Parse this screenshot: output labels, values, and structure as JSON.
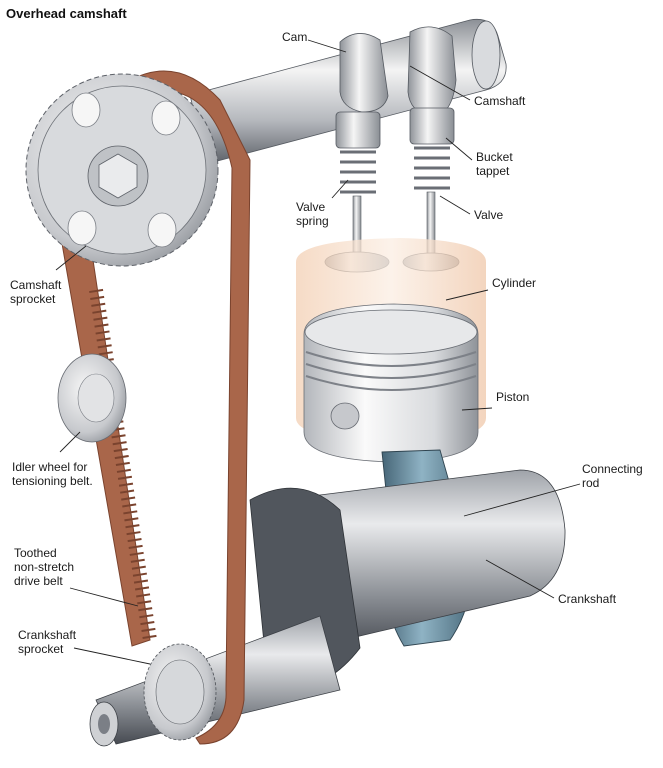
{
  "title": "Overhead camshaft",
  "labels": {
    "cam": "Cam",
    "camshaft": "Camshaft",
    "bucket_tappet": "Bucket\ntappet",
    "valve_spring": "Valve\nspring",
    "valve": "Valve",
    "camshaft_sprocket": "Camshaft\nsprocket",
    "cylinder": "Cylinder",
    "piston": "Piston",
    "idler_wheel": "Idler wheel for\ntensioning belt.",
    "connecting_rod": "Connecting\nrod",
    "toothed_belt": "Toothed\nnon-stretch\ndrive belt",
    "crankshaft": "Crankshaft",
    "crankshaft_sprocket": "Crankshaft\nsprocket"
  },
  "colors": {
    "belt": "#a9664a",
    "belt_dark": "#7a432e",
    "metal_light": "#eeeeee",
    "metal_mid": "#b9bcc1",
    "metal_dark": "#6e7278",
    "crank_dark": "#3f444b",
    "rod": "#6f93a6",
    "cylinder": "#f4d6bf"
  }
}
